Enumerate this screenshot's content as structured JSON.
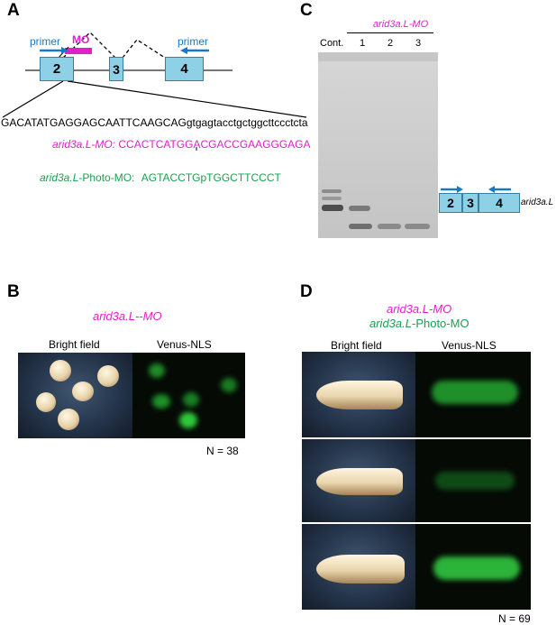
{
  "panels": {
    "a": "A",
    "b": "B",
    "c": "C",
    "d": "D"
  },
  "panelA": {
    "primer_left": "primer",
    "primer_right": "primer",
    "mo": "MO",
    "exons": [
      "2",
      "3",
      "4"
    ],
    "sequence_upper": "GACATATGAGGAGCAATTCAAGCAG",
    "sequence_lower": "gtgagtacctgctggcttccctcta",
    "mo_label": "arid3a.L-MO:",
    "mo_seq": "CCACTCATGGACGACCGAAGGGAGA",
    "photo_label_italic": "arid3a.L",
    "photo_label_rest": "-Photo-MO:",
    "photo_seq": "AGTACCTGpTGGCTTCCCT"
  },
  "panelC": {
    "header": "arid3a.L-MO",
    "lanes": [
      "Cont.",
      "1",
      "2",
      "3"
    ],
    "schematic_exons": [
      "2",
      "3",
      "4"
    ],
    "gene_label": "arid3a.L"
  },
  "panelB": {
    "title": "arid3a.L--MO",
    "col_bf": "Bright field",
    "col_fl": "Venus-NLS",
    "n": "N = 38"
  },
  "panelD": {
    "title1": "arid3a.L-MO",
    "title2_italic": "arid3a.L",
    "title2_rest": "-Photo-MO",
    "col_bf": "Bright field",
    "col_fl": "Venus-NLS",
    "n": "N = 69"
  },
  "colors": {
    "magenta": "#e020c8",
    "green": "#1aa050",
    "blue": "#1a78c2",
    "exon": "#8ed0e6"
  }
}
